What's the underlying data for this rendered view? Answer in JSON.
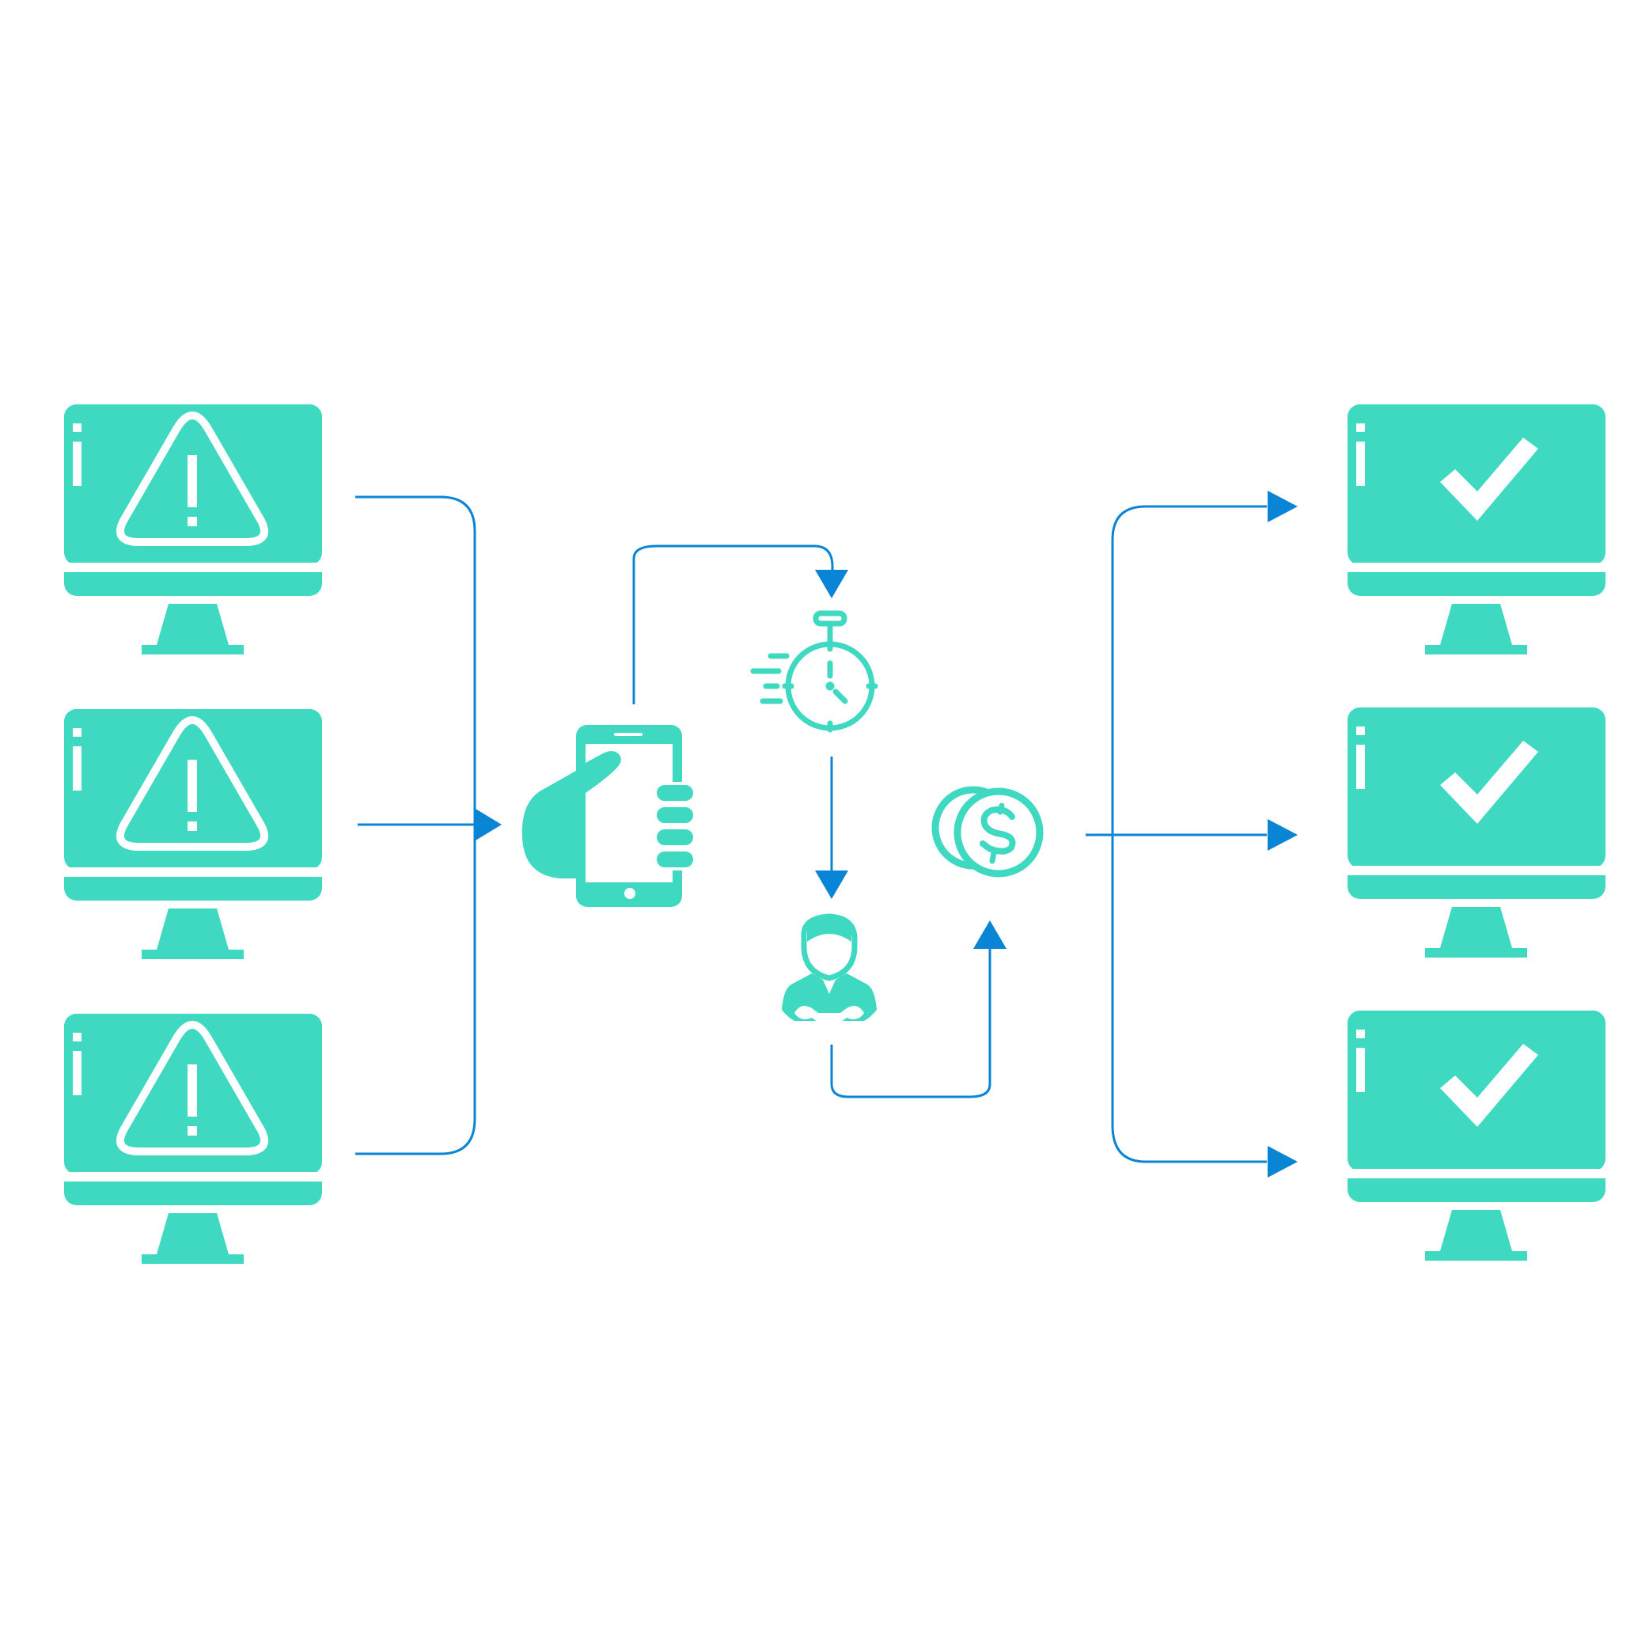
{
  "diagram": {
    "colors": {
      "accent": "#3ed9c0",
      "connector": "#0a84d4",
      "background": "#ffffff"
    },
    "left_monitors": [
      {
        "status": "alert",
        "icon": "warning-triangle-icon"
      },
      {
        "status": "alert",
        "icon": "warning-triangle-icon"
      },
      {
        "status": "alert",
        "icon": "warning-triangle-icon"
      }
    ],
    "process_steps": [
      {
        "icon": "hand-phone-icon"
      },
      {
        "icon": "stopwatch-icon"
      },
      {
        "icon": "technician-icon"
      },
      {
        "icon": "coins-icon"
      }
    ],
    "right_monitors": [
      {
        "status": "ok",
        "icon": "checkmark-icon"
      },
      {
        "status": "ok",
        "icon": "checkmark-icon"
      },
      {
        "status": "ok",
        "icon": "checkmark-icon"
      }
    ]
  }
}
